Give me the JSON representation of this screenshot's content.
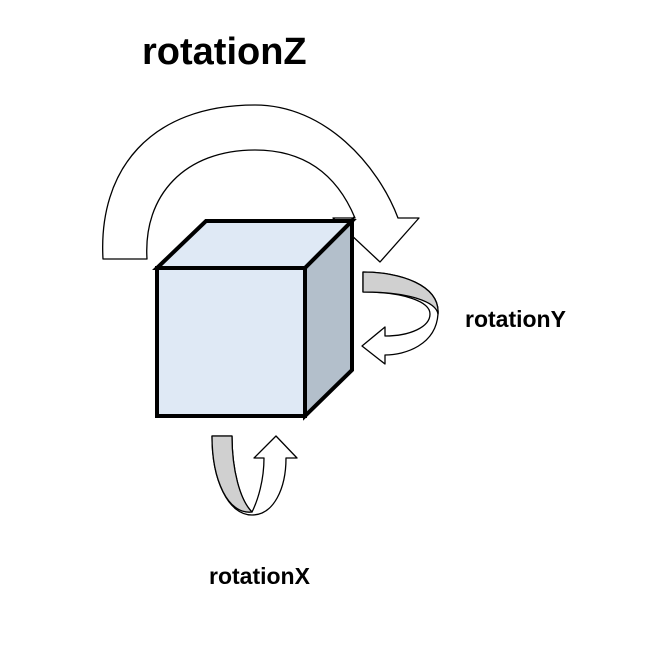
{
  "labels": {
    "rotation_z": "rotationZ",
    "rotation_y": "rotationY",
    "rotation_x": "rotationX"
  },
  "colors": {
    "cube_front": "#dfe9f5",
    "cube_top": "#dfe9f5",
    "cube_side": "#b3bfcb",
    "cube_stroke": "#000000",
    "arrow_fill_white": "#ffffff",
    "arrow_fill_gray": "#d0d0d0",
    "arrow_stroke": "#000000"
  },
  "icons": {
    "rotation_z_arrow": "curved-arrow-over-icon",
    "rotation_y_arrow": "curved-arrow-around-icon",
    "rotation_x_arrow": "curved-arrow-under-icon"
  }
}
